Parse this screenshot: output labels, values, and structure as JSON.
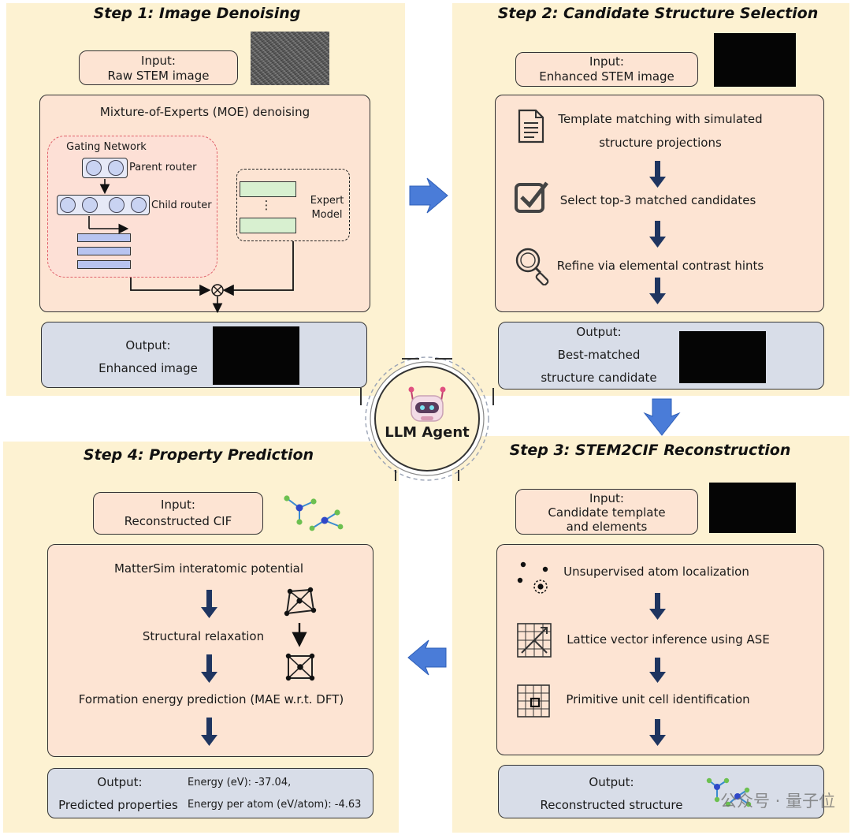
{
  "center": {
    "label": "LLM Agent"
  },
  "step1": {
    "title": "Step 1: Image Denoising",
    "input_label": "Input:",
    "input_value": "Raw STEM image",
    "moe_title": "Mixture-of-Experts (MOE) denoising",
    "gating_title": "Gating Network",
    "parent_router": "Parent router",
    "child_router": "Child router",
    "expert_model": "Expert\nModel",
    "expert_dots": "⋮",
    "output_label": "Output:",
    "output_value": "Enhanced image"
  },
  "step2": {
    "title": "Step 2: Candidate Structure Selection",
    "input_label": "Input:",
    "input_value": "Enhanced STEM image",
    "item1": "Template matching with simulated structure projections",
    "item2": "Select top-3 matched candidates",
    "item3": "Refine via elemental contrast hints",
    "output_label": "Output:",
    "output_line1": "Best-matched",
    "output_line2": "structure candidate"
  },
  "step3": {
    "title": "Step 3: STEM2CIF Reconstruction",
    "input_label": "Input:",
    "input_line1": "Candidate template",
    "input_line2": "and elements",
    "item1": "Unsupervised atom localization",
    "item2": "Lattice vector inference using ASE",
    "item3": "Primitive unit cell identification",
    "output_label": "Output:",
    "output_value": "Reconstructed structure"
  },
  "step4": {
    "title": "Step 4: Property Prediction",
    "input_label": "Input:",
    "input_value": "Reconstructed CIF",
    "item1": "MatterSim interatomic potential",
    "item2": "Structural relaxation",
    "item3": "Formation energy prediction (MAE w.r.t. DFT)",
    "output_label": "Output:",
    "output_value": "Predicted  properties",
    "energy": "Energy (eV): -37.04,",
    "energy_per_atom": "Energy per atom (eV/atom): -4.63"
  },
  "watermark": {
    "text": "公众号 · 量子位"
  },
  "colors": {
    "panel": "#fdf2d2",
    "box": "#fde4d3",
    "output_box": "#d8dde8",
    "arrow_blue": "#3f6fd0",
    "arrow_navy": "#1f3560"
  }
}
